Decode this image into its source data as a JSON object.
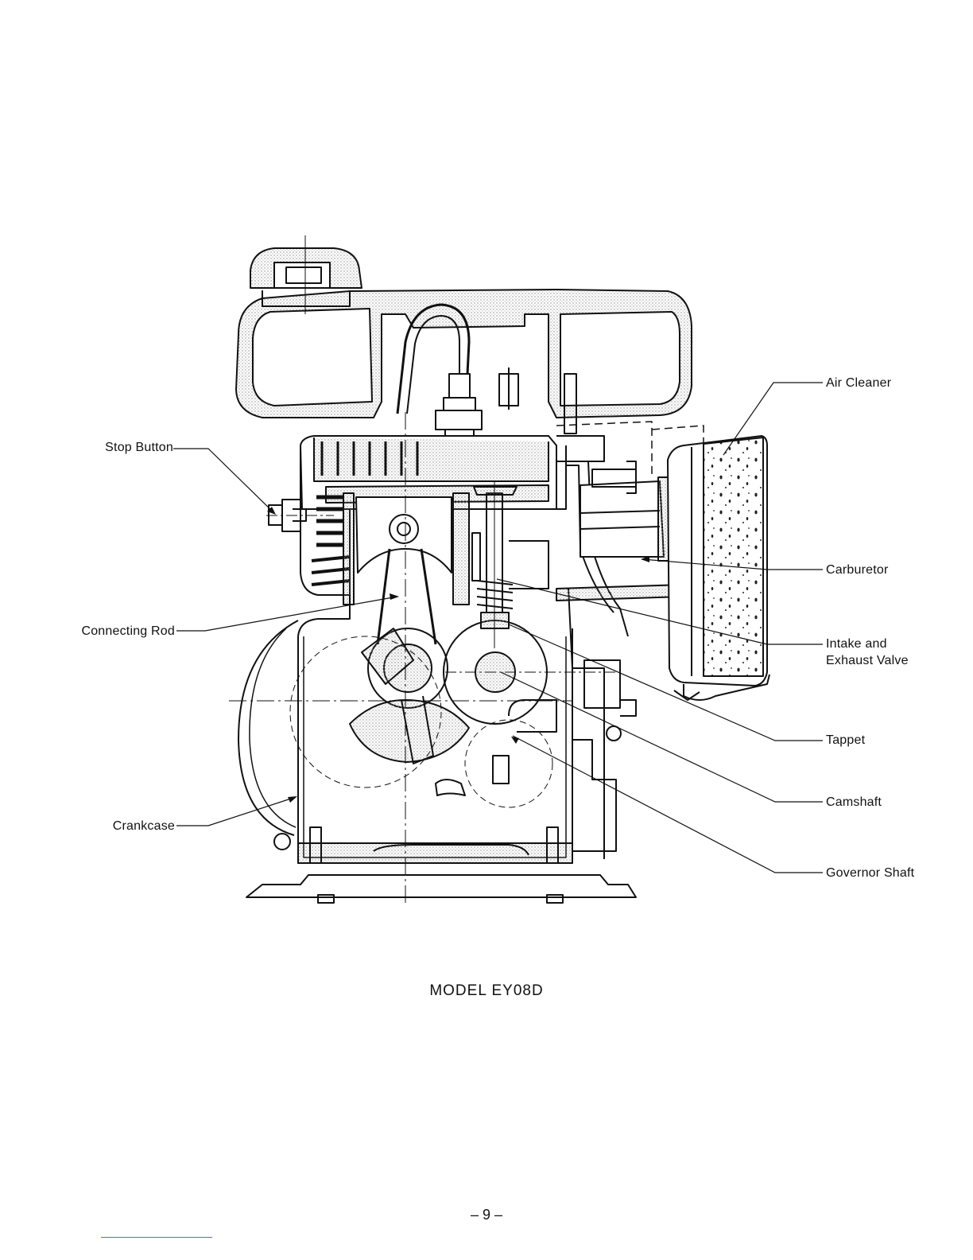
{
  "labels": {
    "stop_button": "Stop Button",
    "connecting_rod": "Connecting Rod",
    "crankcase": "Crankcase",
    "air_cleaner": "Air Cleaner",
    "carburetor": "Carburetor",
    "intake_exhaust_line1": "Intake and",
    "intake_exhaust_line2": "Exhaust Valve",
    "tappet": "Tappet",
    "camshaft": "Camshaft",
    "governor_shaft": "Governor Shaft"
  },
  "caption": "MODEL EY08D",
  "page_number": "– 9 –",
  "colors": {
    "ink": "#111111",
    "stipple": "#9a9a9a",
    "footer_rule": "#5a6fb5"
  }
}
